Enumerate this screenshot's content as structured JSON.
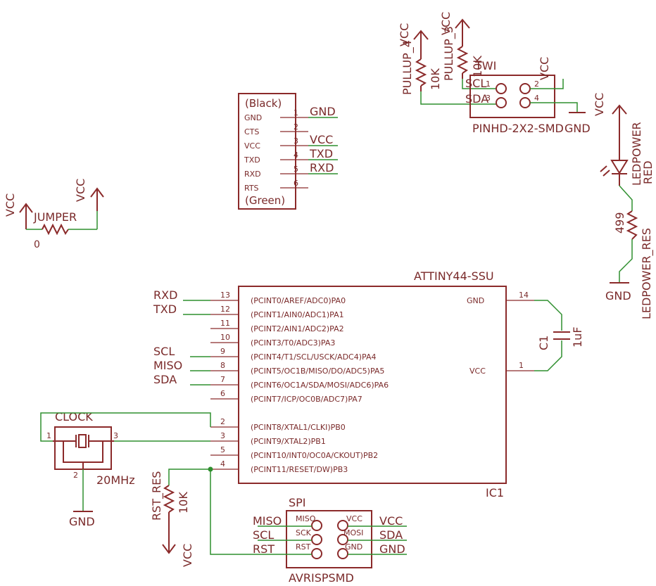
{
  "colors": {
    "symbol": "#8b2a2a",
    "wire": "#2f8f2f",
    "text": "#7a2a2a",
    "background": "#ffffff"
  },
  "ftdi": {
    "top_label": "(Black)",
    "bottom_label": "(Green)",
    "pins": [
      {
        "name": "GND",
        "num": "1",
        "net": "GND"
      },
      {
        "name": "CTS",
        "num": "2",
        "net": ""
      },
      {
        "name": "VCC",
        "num": "3",
        "net": "VCC"
      },
      {
        "name": "TXD",
        "num": "4",
        "net": "TXD"
      },
      {
        "name": "RXD",
        "num": "5",
        "net": "RXD"
      },
      {
        "name": "RTS",
        "num": "6",
        "net": ""
      }
    ]
  },
  "jumper": {
    "name": "JUMPER",
    "value": "0",
    "vcc_left": "VCC",
    "vcc_right": "VCC"
  },
  "twi": {
    "name": "TWI",
    "part": "PINHD-2X2-SMD",
    "pin_labels": [
      "SCL",
      "SDA"
    ],
    "pin_nums": [
      "1",
      "2",
      "3",
      "4"
    ],
    "vcc": "VCC",
    "gnd": "GND",
    "pullup_3": {
      "name": "PULLUP_3",
      "value": "10K",
      "vcc": "VCC"
    },
    "pullup_4": {
      "name": "PULLUP_4",
      "value": "10K",
      "vcc": "VCC"
    }
  },
  "led": {
    "name": "LEDPOWER",
    "value": "RED",
    "vcc": "VCC"
  },
  "led_res": {
    "name": "LEDPOWER_RES",
    "value": "499",
    "gnd": "GND"
  },
  "ic": {
    "part": "ATTINY44-SSU",
    "ref": "IC1",
    "left_pins": [
      {
        "num": "13",
        "label": "(PCINT0/AREF/ADC0)PA0",
        "net": "RXD"
      },
      {
        "num": "12",
        "label": "(PCINT1/AIN0/ADC1)PA1",
        "net": "TXD"
      },
      {
        "num": "11",
        "label": "(PCINT2/AIN1/ADC2)PA2",
        "net": ""
      },
      {
        "num": "10",
        "label": "(PCINT3/T0/ADC3)PA3",
        "net": ""
      },
      {
        "num": "9",
        "label": "(PCINT4/T1/SCL/USCK/ADC4)PA4",
        "net": "SCL"
      },
      {
        "num": "8",
        "label": "(PCINT5/OC1B/MISO/DO/ADC5)PA5",
        "net": "MISO"
      },
      {
        "num": "7",
        "label": "(PCINT6/OC1A/SDA/MOSI/ADC6)PA6",
        "net": "SDA"
      },
      {
        "num": "6",
        "label": "(PCINT7/ICP/OC0B/ADC7)PA7",
        "net": ""
      },
      {
        "num": "2",
        "label": "(PCINT8/XTAL1/CLKI)PB0",
        "net": ""
      },
      {
        "num": "3",
        "label": "(PCINT9/XTAL2)PB1",
        "net": ""
      },
      {
        "num": "5",
        "label": "(PCINT10/INT0/OC0A/CKOUT)PB2",
        "net": ""
      },
      {
        "num": "4",
        "label": "(PCINT11/RESET/DW)PB3",
        "net": ""
      }
    ],
    "right_pins": [
      {
        "num": "14",
        "label": "GND"
      },
      {
        "num": "1",
        "label": "VCC"
      }
    ]
  },
  "cap": {
    "name": "C1",
    "value": "1uF"
  },
  "clock": {
    "name": "CLOCK",
    "value": "20MHz",
    "pins": [
      "1",
      "2",
      "3"
    ],
    "gnd": "GND"
  },
  "rst_res": {
    "name": "RST_RES",
    "value": "10K",
    "vcc": "VCC"
  },
  "spi": {
    "name": "SPI",
    "part": "AVRISPSMD",
    "inner_left": [
      "MISO",
      "SCK",
      "RST"
    ],
    "inner_right": [
      "VCC",
      "MOSI",
      "GND"
    ],
    "left_nets": [
      "MISO",
      "SCL",
      "RST"
    ],
    "right_nets": [
      "VCC",
      "SDA",
      "GND"
    ]
  }
}
